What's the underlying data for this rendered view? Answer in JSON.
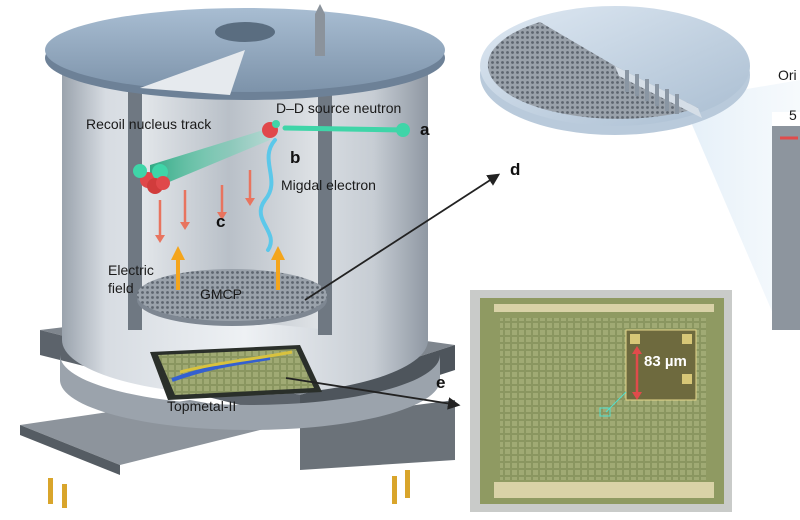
{
  "labels": {
    "recoil_nucleus_track": "Recoil nucleus track",
    "dd_source_neutron": "D–D source neutron",
    "migdal_electron": "Migdal electron",
    "electric_field": "Electric\nfield",
    "gmcp": "GMCP",
    "topmetal": "Topmetal-II",
    "scale_83": "83 µm",
    "ori_partial": "Ori",
    "five_partial": "5"
  },
  "panel_letters": {
    "a": "a",
    "b": "b",
    "c": "c",
    "d": "d",
    "e": "e"
  },
  "colors": {
    "chamber_gray": "#b8bec6",
    "lid_blue": "#8ea6bf",
    "neutron_green": "#3fd5a8",
    "nucleus_red": "#e0484a",
    "electron_blue": "#5cc8ea",
    "field_arrow_orange": "#f4a51c",
    "drift_arrow_red": "#e8745f",
    "chip_green": "#8f9a62",
    "scale_arrow": "#e04b4b"
  },
  "icons": {
    "field_arrows": "up-arrow",
    "drift_arrows": "down-arrow"
  }
}
